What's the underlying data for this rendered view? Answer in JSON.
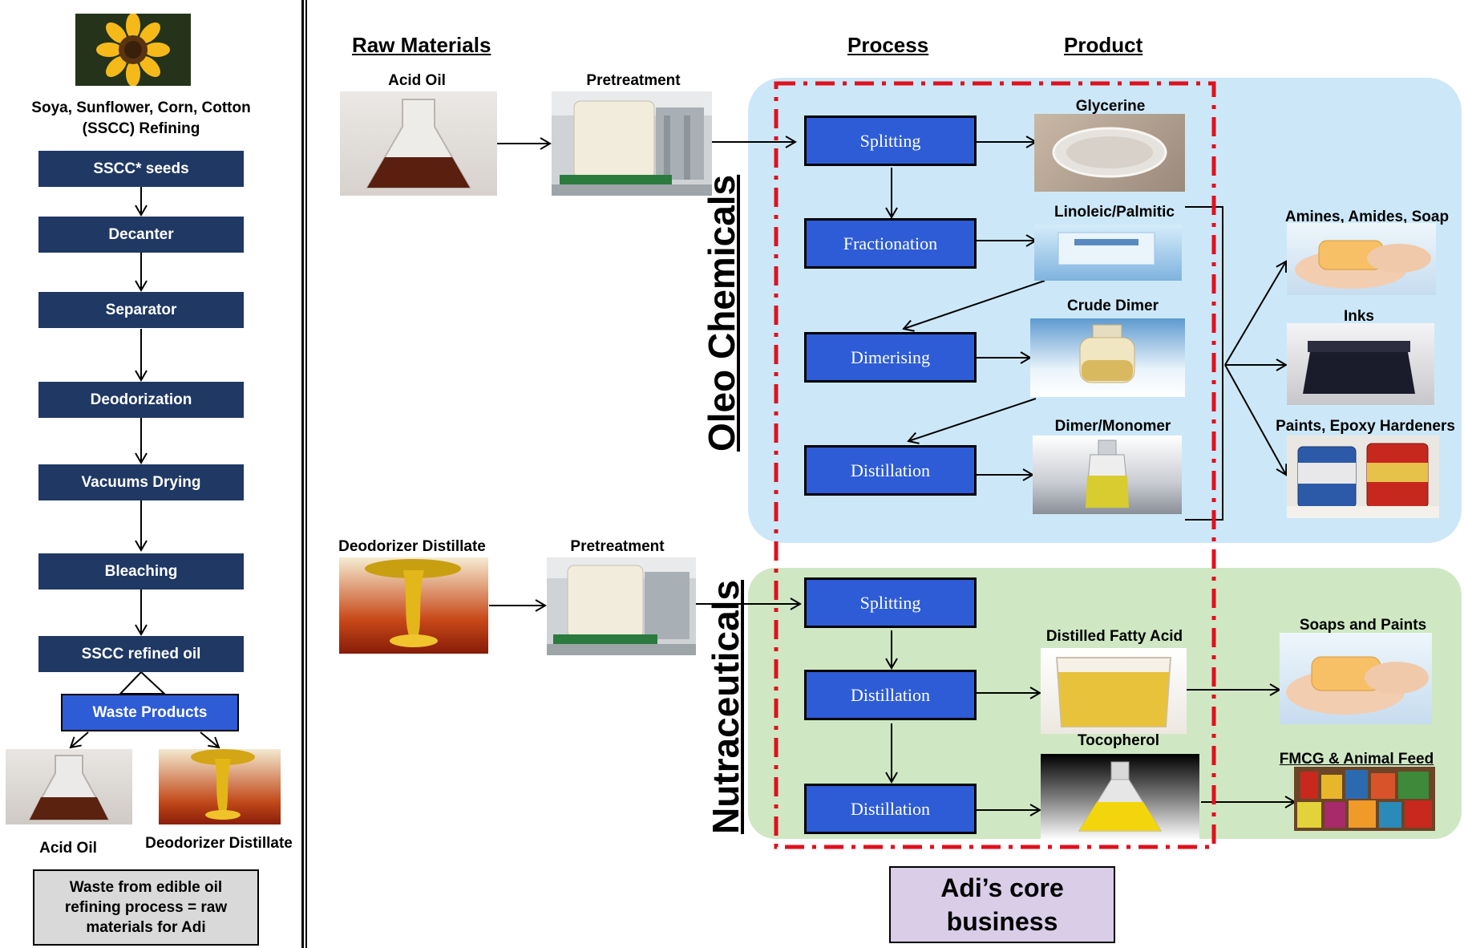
{
  "left": {
    "title_line1": "Soya, Sunflower, Corn, Cotton",
    "title_line2": "(SSCC) Refining",
    "steps": [
      "SSCC* seeds",
      "Decanter",
      "Separator",
      "Deodorization",
      "Vacuums Drying",
      "Bleaching",
      "SSCC refined oil"
    ],
    "waste": "Waste Products",
    "waste_items": [
      "Acid Oil",
      "Deodorizer Distillate"
    ],
    "note": "Waste from edible oil refining process = raw materials for Adi"
  },
  "headers": {
    "raw": "Raw Materials",
    "process": "Process",
    "product": "Product"
  },
  "raw": {
    "acid_oil": "Acid Oil",
    "pretreatment_1": "Pretreatment",
    "deodorizer": "Deodorizer Distillate",
    "pretreatment_2": "Pretreatment"
  },
  "sections": {
    "oleo": "Oleo Chemicals",
    "nutra": "Nutraceuticals"
  },
  "oleo": {
    "processes": [
      "Splitting",
      "Fractionation",
      "Dimerising",
      "Distillation"
    ],
    "products": [
      "Glycerine",
      "Linoleic/Palmitic",
      "Crude Dimer",
      "Dimer/Monomer"
    ],
    "end_products": [
      "Amines, Amides, Soap",
      "Inks",
      "Paints, Epoxy Hardeners"
    ]
  },
  "nutra": {
    "processes": [
      "Splitting",
      "Distillation",
      "Distillation"
    ],
    "products": [
      "Distilled Fatty Acid",
      "Tocopherol"
    ],
    "end_products": [
      "Soaps and Paints",
      "FMCG & Animal Feed"
    ]
  },
  "core": {
    "line1": "Adi’s core",
    "line2": "business"
  },
  "colors": {
    "navy": "#1f3864",
    "blue": "#2e5cd6",
    "oleo_bg": "#cce8f8",
    "nutra_bg": "#cfe8c3",
    "dash_red": "#e0101e",
    "core_bg": "#d9cde8"
  }
}
